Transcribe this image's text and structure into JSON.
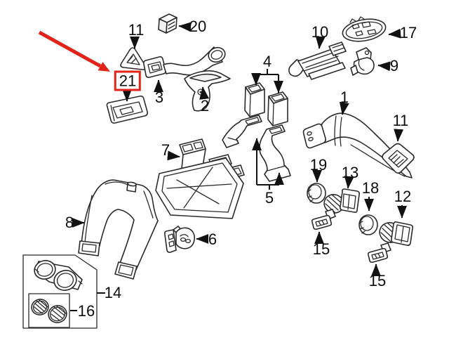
{
  "diagram": {
    "background_color": "#ffffff",
    "line_color": "#2a2a2a",
    "highlight_color": "#e2231a",
    "highlighted_callout": "21"
  },
  "callouts": {
    "c1": {
      "label": "1"
    },
    "c2": {
      "label": "2"
    },
    "c3": {
      "label": "3"
    },
    "c4": {
      "label": "4"
    },
    "c5": {
      "label": "5"
    },
    "c6": {
      "label": "6"
    },
    "c7": {
      "label": "7"
    },
    "c8": {
      "label": "8"
    },
    "c9": {
      "label": "9"
    },
    "c10": {
      "label": "10"
    },
    "c11a": {
      "label": "11"
    },
    "c11b": {
      "label": "11"
    },
    "c12": {
      "label": "12"
    },
    "c13": {
      "label": "13"
    },
    "c14": {
      "label": "14"
    },
    "c15a": {
      "label": "15"
    },
    "c15b": {
      "label": "15"
    },
    "c16": {
      "label": "16"
    },
    "c17": {
      "label": "17"
    },
    "c18": {
      "label": "18"
    },
    "c19": {
      "label": "19"
    },
    "c20": {
      "label": "20"
    },
    "c21": {
      "label": "21"
    }
  }
}
